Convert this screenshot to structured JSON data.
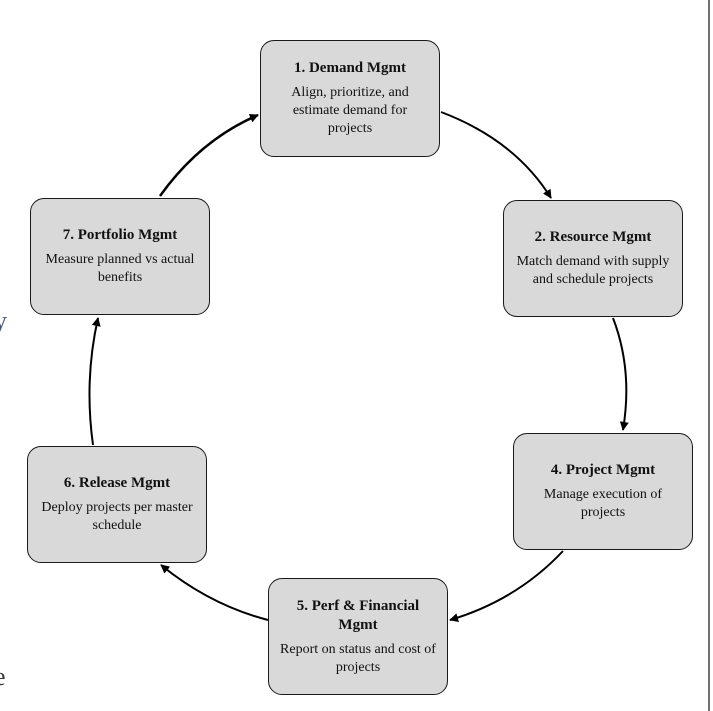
{
  "nodes": {
    "demand": {
      "title": "1. Demand Mgmt",
      "description": "Align, prioritize, and estimate demand for projects"
    },
    "resource": {
      "title": "2. Resource Mgmt",
      "description": "Match demand with supply and schedule projects"
    },
    "project": {
      "title": "4. Project Mgmt",
      "description": "Manage execution of projects"
    },
    "perf": {
      "title": "5. Perf & Financial Mgmt",
      "description": "Report on status  and cost of projects"
    },
    "release": {
      "title": "6. Release Mgmt",
      "description": "Deploy projects per master schedule"
    },
    "portfolio": {
      "title": "7. Portfolio Mgmt",
      "description": "Measure planned vs actual benefits"
    }
  },
  "edge_fragments": [
    "y",
    "e"
  ],
  "colors": {
    "node_fill": "#d9d9d9",
    "node_border": "#1a1a1a",
    "arrow": "#000000"
  }
}
